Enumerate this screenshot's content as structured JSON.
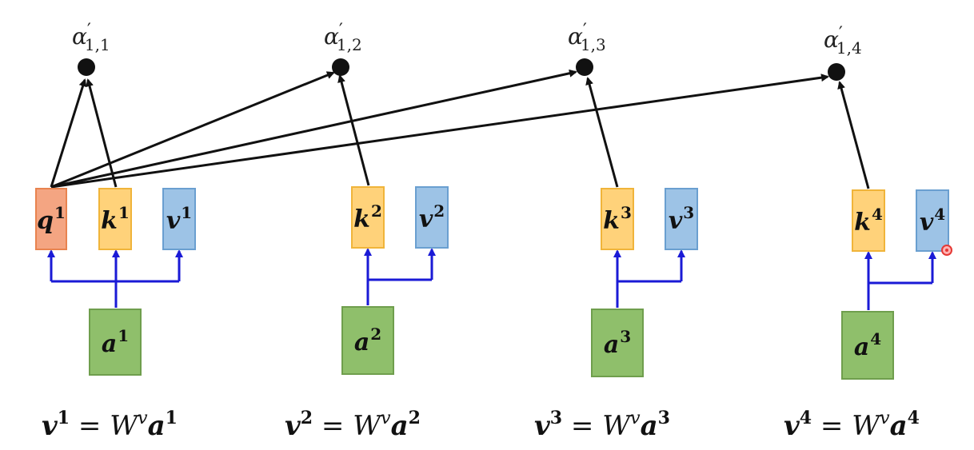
{
  "alphas": [
    {
      "base": "α",
      "prime": "′",
      "sub": "1,1"
    },
    {
      "base": "α",
      "prime": "′",
      "sub": "1,2"
    },
    {
      "base": "α",
      "prime": "′",
      "sub": "1,3"
    },
    {
      "base": "α",
      "prime": "′",
      "sub": "1,4"
    }
  ],
  "query": {
    "letter": "q",
    "sup": "1"
  },
  "keys": [
    {
      "letter": "k",
      "sup": "1"
    },
    {
      "letter": "k",
      "sup": "2"
    },
    {
      "letter": "k",
      "sup": "3"
    },
    {
      "letter": "k",
      "sup": "4"
    }
  ],
  "values": [
    {
      "letter": "v",
      "sup": "1"
    },
    {
      "letter": "v",
      "sup": "2"
    },
    {
      "letter": "v",
      "sup": "3"
    },
    {
      "letter": "v",
      "sup": "4"
    }
  ],
  "inputs": [
    {
      "letter": "a",
      "sup": "1"
    },
    {
      "letter": "a",
      "sup": "2"
    },
    {
      "letter": "a",
      "sup": "3"
    },
    {
      "letter": "a",
      "sup": "4"
    }
  ],
  "equations": [
    {
      "lhs": "v",
      "lhs_sup": "1",
      "eq": " = ",
      "w": "W",
      "w_sup": "v",
      "rhs": "a",
      "rhs_sup": "1"
    },
    {
      "lhs": "v",
      "lhs_sup": "2",
      "eq": " = ",
      "w": "W",
      "w_sup": "v",
      "rhs": "a",
      "rhs_sup": "2"
    },
    {
      "lhs": "v",
      "lhs_sup": "3",
      "eq": " = ",
      "w": "W",
      "w_sup": "v",
      "rhs": "a",
      "rhs_sup": "3"
    },
    {
      "lhs": "v",
      "lhs_sup": "4",
      "eq": " = ",
      "w": "W",
      "w_sup": "v",
      "rhs": "a",
      "rhs_sup": "4"
    }
  ],
  "colors": {
    "query": "#f4a582",
    "key": "#ffd27a",
    "value": "#9dc3e6",
    "input": "#8fbf6b",
    "arrow_black": "#111111",
    "arrow_blue": "#1a1ad6"
  }
}
